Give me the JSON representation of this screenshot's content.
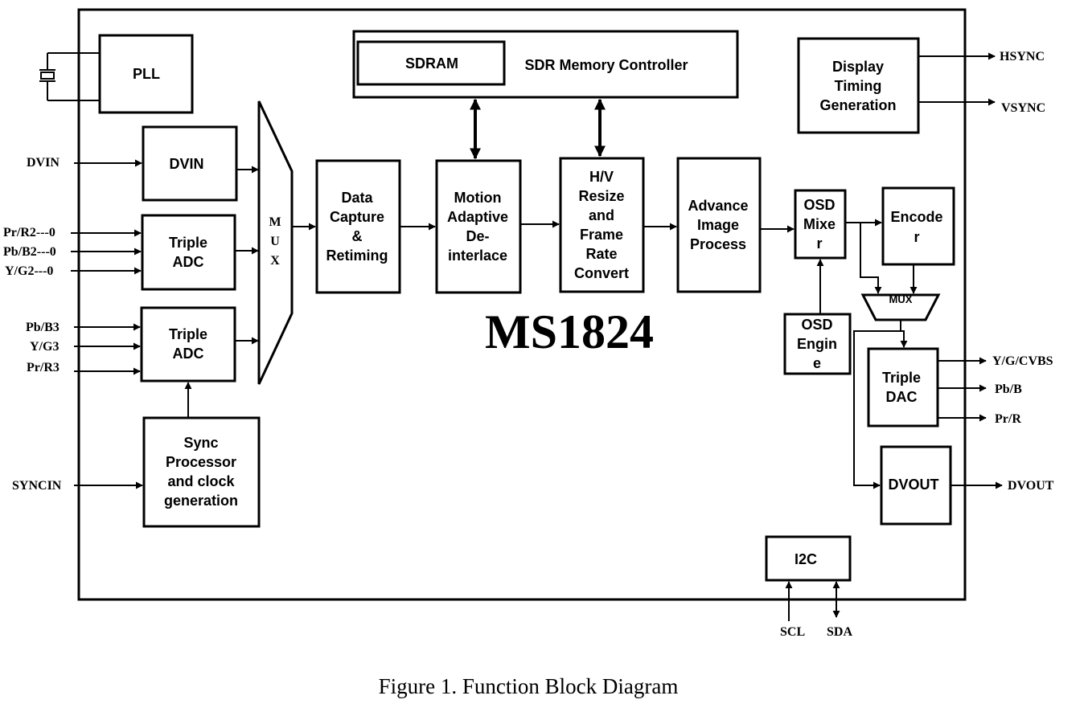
{
  "chip_name": "MS1824",
  "caption": "Figure 1. Function Block Diagram",
  "blocks": {
    "pll": [
      "PLL"
    ],
    "dvin": [
      "DVIN"
    ],
    "triple_adc_1": [
      "Triple",
      "ADC"
    ],
    "triple_adc_2": [
      "Triple",
      "ADC"
    ],
    "sync_processor": [
      "Sync",
      "Processor",
      "and clock",
      "generation"
    ],
    "mux_main": [
      "M",
      "U",
      "X"
    ],
    "data_capture": [
      "Data",
      "Capture",
      "&",
      "Retiming"
    ],
    "sdram": [
      "SDRAM"
    ],
    "sdr_memory_controller": [
      "SDR Memory Controller"
    ],
    "motion_deinterlace": [
      "Motion",
      "Adaptive",
      "De-",
      "interlace"
    ],
    "hv_resize": [
      "H/V",
      "Resize",
      "and",
      "Frame",
      "Rate",
      "Convert"
    ],
    "advance_image": [
      "Advance",
      "Image",
      "Process"
    ],
    "osd_mixer": [
      "OSD",
      "Mixe",
      "r"
    ],
    "osd_engine": [
      "OSD",
      "Engin",
      "e"
    ],
    "encoder": [
      "Encode",
      "r"
    ],
    "mux_out": [
      "MUX"
    ],
    "triple_dac": [
      "Triple",
      "DAC"
    ],
    "dvout": [
      "DVOUT"
    ],
    "display_timing": [
      "Display",
      "Timing",
      "Generation"
    ],
    "i2c": [
      "I2C"
    ]
  },
  "pins": {
    "dvin": "DVIN",
    "pr_r2": "Pr/R2---0",
    "pb_b2": "Pb/B2---0",
    "y_g2": "Y/G2---0",
    "pb_b3": "Pb/B3",
    "y_g3": "Y/G3",
    "pr_r3": "Pr/R3",
    "syncin": "SYNCIN",
    "hsync": "HSYNC",
    "vsync": "VSYNC",
    "y_g_cvbs": "Y/G/CVBS",
    "pb_b": "Pb/B",
    "pr_r": "Pr/R",
    "dvout": "DVOUT",
    "scl": "SCL",
    "sda": "SDA"
  }
}
